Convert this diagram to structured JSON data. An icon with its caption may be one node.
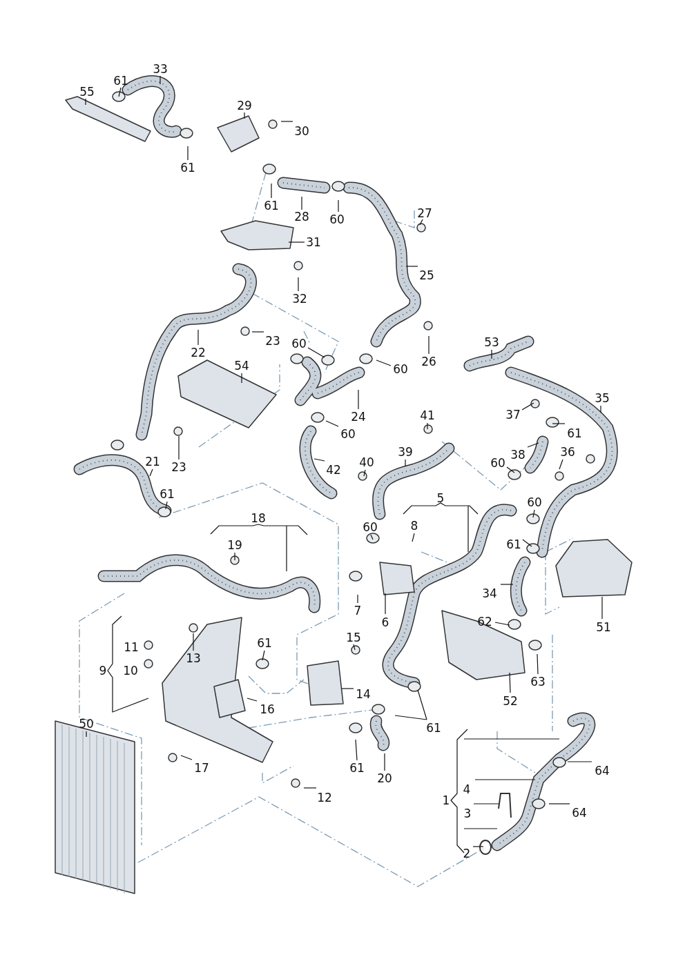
{
  "diagram": {
    "nodes": [
      {
        "text": [
          "55"
        ]
      },
      {
        "text": [
          "61"
        ]
      },
      {
        "text": [
          "33"
        ]
      },
      {
        "text": [
          "29"
        ]
      },
      {
        "text": [
          "30"
        ]
      },
      {
        "text": [
          "61"
        ]
      },
      {
        "text": [
          "61"
        ]
      },
      {
        "text": [
          "28"
        ]
      },
      {
        "text": [
          "60"
        ]
      },
      {
        "text": [
          "27"
        ]
      },
      {
        "text": [
          "31"
        ]
      },
      {
        "text": [
          "25"
        ]
      },
      {
        "text": [
          "32"
        ]
      },
      {
        "text": [
          "22"
        ]
      },
      {
        "text": [
          "23"
        ]
      },
      {
        "text": [
          "60"
        ]
      },
      {
        "text": [
          "54"
        ]
      },
      {
        "text": [
          "60"
        ]
      },
      {
        "text": [
          "26"
        ]
      },
      {
        "text": [
          "24"
        ]
      },
      {
        "text": [
          "53"
        ]
      },
      {
        "text": [
          "35"
        ]
      },
      {
        "text": [
          "37"
        ]
      },
      {
        "text": [
          "61"
        ]
      },
      {
        "text": [
          "60"
        ]
      },
      {
        "text": [
          "41"
        ]
      },
      {
        "text": [
          "60"
        ]
      },
      {
        "text": [
          "42"
        ]
      },
      {
        "text": [
          "38"
        ]
      },
      {
        "text": [
          "36"
        ]
      },
      {
        "text": [
          "39"
        ]
      },
      {
        "text": [
          "40"
        ]
      },
      {
        "text": [
          "21"
        ]
      },
      {
        "text": [
          "23"
        ]
      },
      {
        "text": [
          "61"
        ]
      },
      {
        "text": [
          "5"
        ]
      },
      {
        "text": [
          "60"
        ]
      },
      {
        "text": [
          "18"
        ]
      },
      {
        "text": [
          "19"
        ]
      },
      {
        "text": [
          "8"
        ]
      },
      {
        "text": [
          "60"
        ]
      },
      {
        "text": [
          "61"
        ]
      },
      {
        "text": [
          "34"
        ]
      },
      {
        "text": [
          "7"
        ]
      },
      {
        "text": [
          "6"
        ]
      },
      {
        "text": [
          "51"
        ]
      },
      {
        "text": [
          "62"
        ]
      },
      {
        "text": [
          "11"
        ]
      },
      {
        "text": [
          "13"
        ]
      },
      {
        "text": [
          "61"
        ]
      },
      {
        "text": [
          "15"
        ]
      },
      {
        "text": [
          "9"
        ]
      },
      {
        "text": [
          "10"
        ]
      },
      {
        "text": [
          "14"
        ]
      },
      {
        "text": [
          "63"
        ]
      },
      {
        "text": [
          "16"
        ]
      },
      {
        "text": [
          "52"
        ]
      },
      {
        "text": [
          "61"
        ]
      },
      {
        "text": [
          "50"
        ]
      },
      {
        "text": [
          "17"
        ]
      },
      {
        "text": [
          "61"
        ]
      },
      {
        "text": [
          "20"
        ]
      },
      {
        "text": [
          "64"
        ]
      },
      {
        "text": [
          "4"
        ]
      },
      {
        "text": [
          "12"
        ]
      },
      {
        "text": [
          "1"
        ]
      },
      {
        "text": [
          "3"
        ]
      },
      {
        "text": [
          "64"
        ]
      },
      {
        "text": [
          "2"
        ]
      }
    ],
    "edges": [
      {
        "from": 0,
        "to": null,
        "arrow": "none"
      },
      {
        "from": 1,
        "to": null,
        "arrow": "none"
      },
      {
        "from": 2,
        "to": null,
        "arrow": "none"
      },
      {
        "from": 3,
        "to": null,
        "arrow": "none"
      },
      {
        "from": 4,
        "to": null,
        "arrow": "none"
      },
      {
        "from": 5,
        "to": null,
        "arrow": "none"
      },
      {
        "from": 6,
        "to": null,
        "arrow": "none"
      },
      {
        "from": 7,
        "to": null,
        "arrow": "none"
      },
      {
        "from": 8,
        "to": null,
        "arrow": "none"
      },
      {
        "from": 9,
        "to": null,
        "arrow": "none"
      },
      {
        "from": 10,
        "to": null,
        "arrow": "none"
      },
      {
        "from": 11,
        "to": null,
        "arrow": "none"
      },
      {
        "from": 12,
        "to": null,
        "arrow": "none"
      },
      {
        "from": 13,
        "to": null,
        "arrow": "none"
      },
      {
        "from": 14,
        "to": null,
        "arrow": "none"
      },
      {
        "from": 15,
        "to": null,
        "arrow": "none"
      },
      {
        "from": 16,
        "to": null,
        "arrow": "none"
      },
      {
        "from": 17,
        "to": null,
        "arrow": "none"
      },
      {
        "from": 18,
        "to": null,
        "arrow": "none"
      },
      {
        "from": 19,
        "to": null,
        "arrow": "none"
      },
      {
        "from": 20,
        "to": null,
        "arrow": "none"
      },
      {
        "from": 21,
        "to": null,
        "arrow": "none"
      },
      {
        "from": 22,
        "to": null,
        "arrow": "none"
      },
      {
        "from": 23,
        "to": null,
        "arrow": "none"
      },
      {
        "from": 24,
        "to": null,
        "arrow": "none"
      },
      {
        "from": 25,
        "to": null,
        "arrow": "none"
      },
      {
        "from": 26,
        "to": null,
        "arrow": "none"
      },
      {
        "from": 27,
        "to": null,
        "arrow": "none"
      },
      {
        "from": 28,
        "to": null,
        "arrow": "none"
      },
      {
        "from": 29,
        "to": null,
        "arrow": "none"
      },
      {
        "from": 30,
        "to": null,
        "arrow": "none"
      },
      {
        "from": 31,
        "to": null,
        "arrow": "none"
      },
      {
        "from": 32,
        "to": null,
        "arrow": "none"
      },
      {
        "from": 33,
        "to": null,
        "arrow": "none"
      },
      {
        "from": 34,
        "to": null,
        "arrow": "none"
      },
      {
        "from": 35,
        "to": null,
        "arrow": "none"
      },
      {
        "from": 36,
        "to": null,
        "arrow": "none"
      },
      {
        "from": 37,
        "to": null,
        "arrow": "none"
      },
      {
        "from": 38,
        "to": null,
        "arrow": "none"
      },
      {
        "from": 39,
        "to": null,
        "arrow": "none"
      },
      {
        "from": 40,
        "to": null,
        "arrow": "none"
      },
      {
        "from": 41,
        "to": null,
        "arrow": "none"
      },
      {
        "from": 42,
        "to": null,
        "arrow": "none"
      },
      {
        "from": 43,
        "to": null,
        "arrow": "none"
      },
      {
        "from": 44,
        "to": null,
        "arrow": "none"
      },
      {
        "from": 45,
        "to": null,
        "arrow": "none"
      },
      {
        "from": 46,
        "to": null,
        "arrow": "none"
      },
      {
        "from": 48,
        "to": null,
        "arrow": "none"
      },
      {
        "from": 49,
        "to": null,
        "arrow": "none"
      },
      {
        "from": 50,
        "to": null,
        "arrow": "none"
      },
      {
        "from": 51,
        "to": null,
        "arrow": "none"
      },
      {
        "from": 53,
        "to": null,
        "arrow": "none"
      },
      {
        "from": 54,
        "to": null,
        "arrow": "none"
      },
      {
        "from": 55,
        "to": null,
        "arrow": "none"
      },
      {
        "from": 56,
        "to": null,
        "arrow": "none"
      },
      {
        "from": 57,
        "to": null,
        "arrow": "none"
      },
      {
        "from": 58,
        "to": null,
        "arrow": "none"
      },
      {
        "from": 59,
        "to": null,
        "arrow": "none"
      },
      {
        "from": 60,
        "to": null,
        "arrow": "none"
      },
      {
        "from": 61,
        "to": null,
        "arrow": "none"
      },
      {
        "from": 62,
        "to": null,
        "arrow": "none"
      },
      {
        "from": 63,
        "to": null,
        "arrow": "none"
      },
      {
        "from": 64,
        "to": null,
        "arrow": "none"
      },
      {
        "from": 65,
        "to": null,
        "arrow": "none"
      },
      {
        "from": 66,
        "to": null,
        "arrow": "none"
      },
      {
        "from": 67,
        "to": null,
        "arrow": "none"
      },
      {
        "from": 68,
        "to": null,
        "arrow": "none"
      }
    ]
  }
}
